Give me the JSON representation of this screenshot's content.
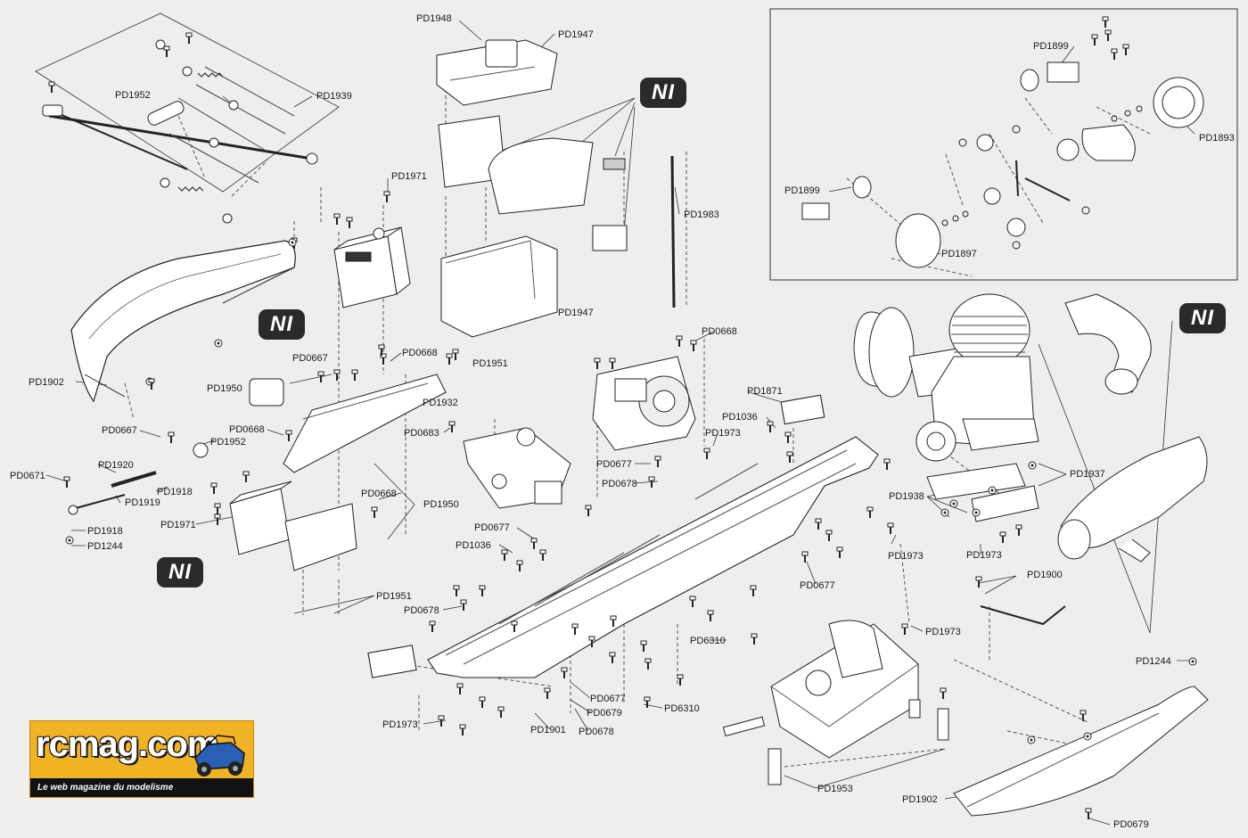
{
  "callouts": {
    "PD1948": "PD1948",
    "PD1947_top": "PD1947",
    "PD1899_top": "PD1899",
    "PD1952_top": "PD1952",
    "PD1939": "PD1939",
    "PD1893": "PD1893",
    "PD1899_left": "PD1899",
    "PD1971_top": "PD1971",
    "PD1983": "PD1983",
    "PD1897": "PD1897",
    "PD1947_mid": "PD1947",
    "PD0668_engine": "PD0668",
    "PD0667_left": "PD0667",
    "PD0668_plate": "PD0668",
    "PD1951_top": "PD1951",
    "PD1902_left": "PD1902",
    "PD1950_left": "PD1950",
    "PD1932": "PD1932",
    "PD1871": "PD1871",
    "PD0683": "PD0683",
    "PD1036_top": "PD1036",
    "PD1973_top": "PD1973",
    "PD0667_servo": "PD0667",
    "PD1952_mid": "PD1952",
    "PD0668_servo": "PD0668",
    "PD1920": "PD1920",
    "PD0671": "PD0671",
    "PD1918_a": "PD1918",
    "PD1919": "PD1919",
    "PD0677_mid": "PD0677",
    "PD0678_mid": "PD0678",
    "PD1937": "PD1937",
    "PD1938": "PD1938",
    "PD0668_low": "PD0668",
    "PD1950_low": "PD1950",
    "PD1971_low": "PD1971",
    "PD1918_b": "PD1918",
    "PD1244_left": "PD1244",
    "PD0677_low": "PD0677",
    "PD1036_low": "PD1036",
    "PD1973_right": "PD1973",
    "PD1973_mid": "PD1973",
    "PD1900": "PD1900",
    "PD0677_right": "PD0677",
    "PD1951_low": "PD1951",
    "PD0678_low": "PD0678",
    "PD6310_a": "PD6310",
    "PD1973_eng": "PD1973",
    "PD1244_right": "PD1244",
    "PD0677_bot": "PD0677",
    "PD0679_bot": "PD0679",
    "PD6310_b": "PD6310",
    "PD1973_bot": "PD1973",
    "PD1901": "PD1901",
    "PD0678_bot": "PD0678",
    "PD1953": "PD1953",
    "PD1902_right": "PD1902",
    "PD0679_right": "PD0679"
  },
  "ni_badges": [
    "NI",
    "NI",
    "NI",
    "NI"
  ],
  "logo": {
    "name": "rcmag.com",
    "tagline": "Le web magazine du modelisme"
  },
  "colors": {
    "paper": "#efeeec",
    "line": "#2b2b2b",
    "badge": "#2a2a2a",
    "logo_bg": "#f0b323"
  }
}
